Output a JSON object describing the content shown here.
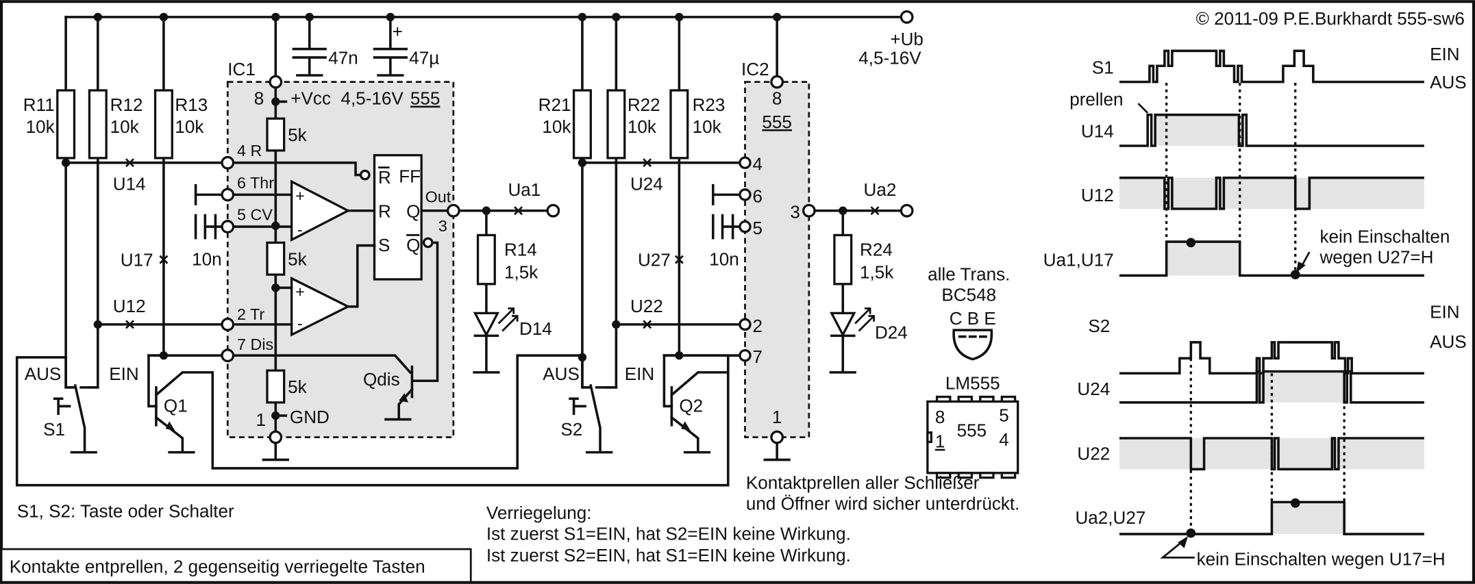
{
  "title": "Kontakte entprellen, 2 gegenseitig verriegelte Tasten",
  "copyright": "© 2011-09 P.E.Burkhardt 555-sw6",
  "supply": {
    "label": "+Ub",
    "range": "4,5-16V"
  },
  "capacitors": {
    "c1": "47n",
    "c2": "47µ",
    "c2_polarity": "+",
    "cv1": "10n",
    "cv2": "10n"
  },
  "ic1": {
    "name": "IC1",
    "type": "555",
    "vcc_pin": "8",
    "vcc_label": "+Vcc  4,5-16V",
    "gnd_pin": "1",
    "gnd_label": "GND",
    "pins": {
      "reset": "4 R",
      "thr": "6 Thr",
      "cv": "5 CV",
      "tr": "2 Tr",
      "dis": "7 Dis",
      "out": "Out",
      "out_num": "3"
    },
    "divider": [
      "5k",
      "5k",
      "5k"
    ],
    "ff": {
      "title": "FF",
      "rbar": "R",
      "r": "R",
      "s": "S",
      "q": "Q",
      "qbar": "Q"
    },
    "plus": "+",
    "minus": "-",
    "qdis": "Qdis"
  },
  "ic2": {
    "name": "IC2",
    "type": "555",
    "pins": {
      "vcc": "8",
      "reset": "4",
      "thr": "6",
      "cv": "5",
      "tr": "2",
      "dis": "7",
      "out": "3",
      "gnd": "1"
    }
  },
  "resistors": [
    {
      "name": "R11",
      "value": "10k"
    },
    {
      "name": "R12",
      "value": "10k"
    },
    {
      "name": "R13",
      "value": "10k"
    },
    {
      "name": "R21",
      "value": "10k"
    },
    {
      "name": "R22",
      "value": "10k"
    },
    {
      "name": "R23",
      "value": "10k"
    },
    {
      "name": "R14",
      "value": "1,5k"
    },
    {
      "name": "R24",
      "value": "1,5k"
    }
  ],
  "leds": [
    "D14",
    "D24"
  ],
  "transistors": [
    "Q1",
    "Q2"
  ],
  "switches": [
    "S1",
    "S2"
  ],
  "switch_positions": {
    "off": "AUS",
    "on": "EIN"
  },
  "outputs": [
    "Ua1",
    "Ua2"
  ],
  "test_points": {
    "u14": "U14",
    "u12": "U12",
    "u17": "U17",
    "u24": "U24",
    "u22": "U22",
    "u27": "U27"
  },
  "notes": {
    "trans_line1": "alle Trans.",
    "trans_line2": "BC548",
    "pinout": "C B E",
    "lm555": "LM555",
    "dip_center": "555",
    "dip_pin8": "8",
    "dip_pin1": "1",
    "dip_pin5": "5",
    "dip_pin4": "4",
    "switch_note": "S1, S2: Taste oder Schalter",
    "interlock_title": "Verriegelung:",
    "interlock_1": "Ist zuerst S1=EIN, hat S2=EIN keine Wirkung.",
    "interlock_2": "Ist zuerst S2=EIN, hat S1=EIN keine Wirkung.",
    "bounce_1": "Kontaktprellen aller Schließer",
    "bounce_2": "und Öffner wird sicher unterdrückt."
  },
  "timing": {
    "level_high": "EIN",
    "level_low": "AUS",
    "bounce_label": "prellen",
    "group1": {
      "signals": [
        "S1",
        "U14",
        "U12",
        "Ua1,U17"
      ],
      "annotation_1": "kein Einschalten",
      "annotation_2": "wegen U27=H"
    },
    "group2": {
      "signals": [
        "S2",
        "U24",
        "U22",
        "Ua2,U27"
      ],
      "annotation": "kein Einschalten wegen U17=H"
    }
  }
}
